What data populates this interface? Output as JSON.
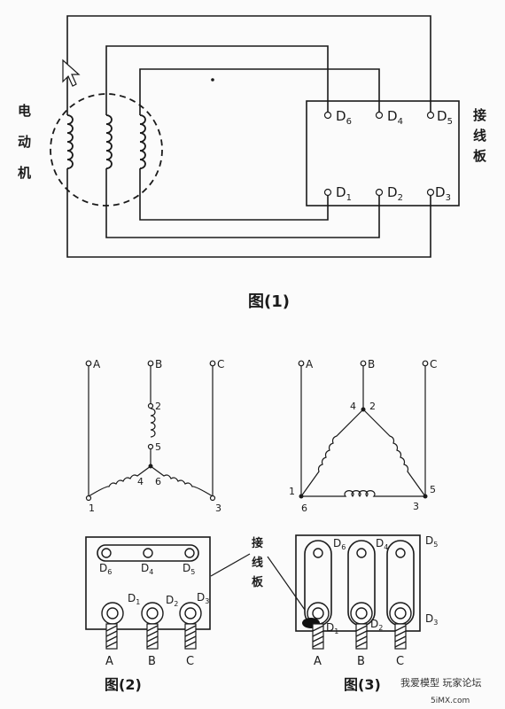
{
  "fig1": {
    "caption": "图(1)",
    "motor_label": [
      "电",
      "动",
      "机"
    ],
    "board_label": [
      "接",
      "线",
      "板"
    ],
    "top_terms": [
      {
        "letter": "D",
        "sub": "6"
      },
      {
        "letter": "D",
        "sub": "4"
      },
      {
        "letter": "D",
        "sub": "5"
      }
    ],
    "bottom_terms": [
      {
        "letter": "D",
        "sub": "1"
      },
      {
        "letter": "D",
        "sub": "2"
      },
      {
        "letter": "D",
        "sub": "3"
      }
    ]
  },
  "star": {
    "phases": [
      "A",
      "B",
      "C"
    ],
    "nodes": [
      "2",
      "5",
      "4",
      "6",
      "1",
      "3"
    ]
  },
  "delta": {
    "phases": [
      "A",
      "B",
      "C"
    ],
    "nodes": [
      "4",
      "2",
      "1",
      "6",
      "3",
      "5"
    ]
  },
  "fig2": {
    "caption": "图(2)",
    "top": [
      {
        "letter": "D",
        "sub": "6"
      },
      {
        "letter": "D",
        "sub": "4"
      },
      {
        "letter": "D",
        "sub": "5"
      }
    ],
    "bottom": [
      {
        "letter": "D",
        "sub": "1"
      },
      {
        "letter": "D",
        "sub": "2"
      },
      {
        "letter": "D",
        "sub": "3"
      }
    ],
    "wires": [
      "A",
      "B",
      "C"
    ]
  },
  "fig3": {
    "caption": "图(3)",
    "top": [
      {
        "letter": "D",
        "sub": "6"
      },
      {
        "letter": "D",
        "sub": "4"
      },
      {
        "letter": "D",
        "sub": "5"
      }
    ],
    "bottom": [
      {
        "letter": "D",
        "sub": "1"
      },
      {
        "letter": "D",
        "sub": "2"
      },
      {
        "letter": "D",
        "sub": "3"
      }
    ],
    "wires": [
      "A",
      "B",
      "C"
    ]
  },
  "middle_label": [
    "接",
    "线",
    "板"
  ],
  "watermark": {
    "line1": "我爱模型 玩家论坛",
    "line2": "5iMX.com"
  }
}
